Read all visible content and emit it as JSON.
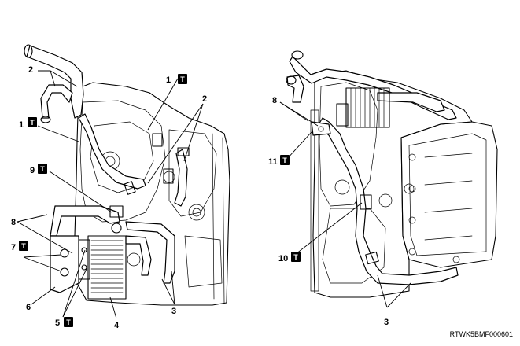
{
  "labels": {
    "l_1a": "1",
    "l_1b": "1",
    "l_2a": "2",
    "l_2b": "2",
    "l_9": "9",
    "l_8a": "8",
    "l_7": "7",
    "l_6": "6",
    "l_5": "5",
    "l_4": "4",
    "l_3a": "3",
    "l_8b": "8",
    "l_11": "11",
    "l_10": "10",
    "l_3b": "3"
  },
  "badge_glyph": "T",
  "figure_code": "RTWK5BMF000601"
}
